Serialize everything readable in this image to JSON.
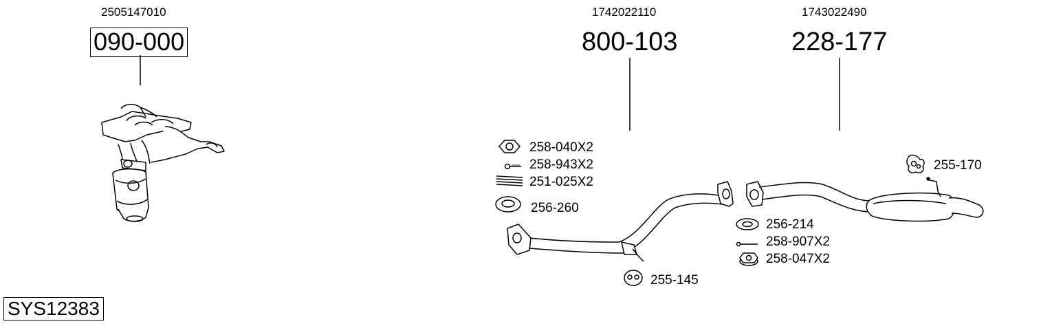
{
  "system_id": "SYS12383",
  "assemblies": [
    {
      "oe_number": "2505147010",
      "part_number": "090-000",
      "boxed": true
    },
    {
      "oe_number": "1742022110",
      "part_number": "800-103",
      "boxed": false
    },
    {
      "oe_number": "1743022490",
      "part_number": "228-177",
      "boxed": false
    }
  ],
  "fittings": [
    {
      "label": "258-040X2",
      "icon": "nut-icon"
    },
    {
      "label": "258-943X2",
      "icon": "bolt-icon"
    },
    {
      "label": "251-025X2",
      "icon": "spring-icon"
    },
    {
      "label": "256-260",
      "icon": "sealing-ring-icon"
    },
    {
      "label": "255-145",
      "icon": "rubber-mount-icon"
    },
    {
      "label": "256-214",
      "icon": "gasket-icon"
    },
    {
      "label": "258-907X2",
      "icon": "bolt-icon"
    },
    {
      "label": "258-047X2",
      "icon": "flange-nut-icon"
    },
    {
      "label": "255-170",
      "icon": "hanger-icon"
    }
  ]
}
